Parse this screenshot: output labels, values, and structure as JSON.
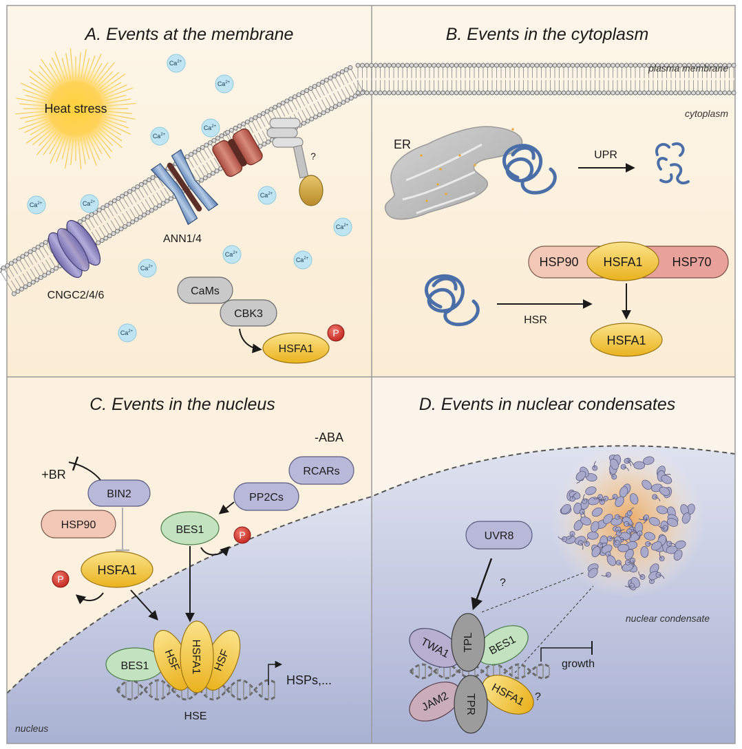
{
  "panels": {
    "a": {
      "title": "A. Events at the membrane",
      "heat_stress": "Heat stress",
      "ca_label": "Ca",
      "ca_charge": "2+",
      "question": "?",
      "cngc": "CNGC2/4/6",
      "ann": "ANN1/4",
      "cams": "CaMs",
      "cbk3": "CBK3",
      "hsfa1": "HSFA1",
      "p": "P"
    },
    "b": {
      "title": "B. Events in the cytoplasm",
      "plasma_membrane": "plasma membrane",
      "cytoplasm": "cytoplasm",
      "er": "ER",
      "upr": "UPR",
      "hsp90": "HSP90",
      "hsfa1_complex": "HSFA1",
      "hsp70": "HSP70",
      "hsr": "HSR",
      "hsfa1_free": "HSFA1"
    },
    "c": {
      "title": "C. Events in the nucleus",
      "minus_aba": "-ABA",
      "rcars": "RCARs",
      "plus_br": "+BR",
      "bin2": "BIN2",
      "pp2cs": "PP2Cs",
      "hsp90": "HSP90",
      "bes1_top": "BES1",
      "p_right": "P",
      "hsfa1": "HSFA1",
      "p_left": "P",
      "bes1_dna": "BES1",
      "hsf_left": "HSF",
      "hsfa1_center": "HSFA1",
      "hsf_right": "HSF",
      "hse": "HSE",
      "hsps": "HSPs,...",
      "nucleus": "nucleus"
    },
    "d": {
      "title": "D. Events in nuclear condensates",
      "uvr8": "UVR8",
      "question_top": "?",
      "tpl": "TPL",
      "twa1": "TWA1",
      "bes1": "BES1",
      "jam2": "JAM2",
      "tpr": "TPR",
      "hsfa1": "HSFA1",
      "question_bottom": "?",
      "growth": "growth",
      "condensate": "nuclear condensate"
    }
  },
  "colors": {
    "hsfa1": "#f2c230",
    "hsp90": "#f4c8b6",
    "hsp70": "#e79a94",
    "bes1": "#c3e2c0",
    "gray_pill": "#c8c8c8",
    "lavender_pill": "#b7b8d8",
    "phospho": "#d8362e",
    "ca_bubble": "#bfe5f2",
    "protein_blue": "#4a6fa8",
    "nucleus": "#b6bdd9"
  }
}
